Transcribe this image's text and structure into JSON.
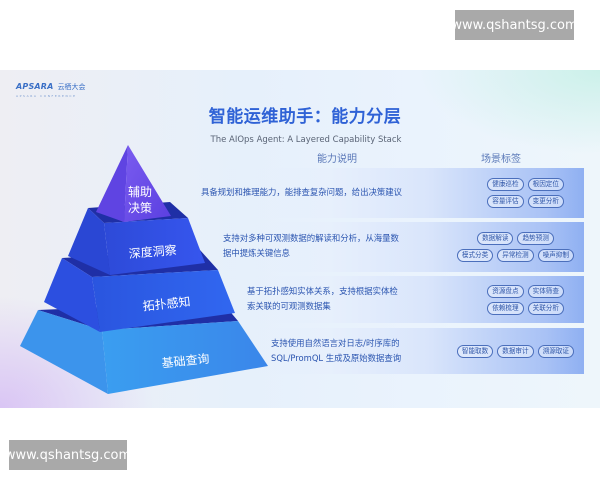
{
  "watermarks": {
    "top": "www.qshantsg.com",
    "bottom": "www.qshantsg.com"
  },
  "logo": {
    "brand": "APSARA",
    "brand_cn": "云栖大会",
    "subtitle": "APSARA CONFERENCE"
  },
  "title": {
    "cn": "智能运维助手：能力分层",
    "en": "The AIOps Agent: A Layered Capability Stack"
  },
  "columns": {
    "description": "能力说明",
    "tags": "场景标签"
  },
  "colors": {
    "title": "#2f62d6",
    "layer_top": "#6a4ee8",
    "layer_2": "#2e4fe3",
    "layer_3": "#2f5fe6",
    "layer_base": "#3b9ae8",
    "ledge": "#1d2fa8"
  },
  "layers": [
    {
      "name_lines": [
        "辅助",
        "决策"
      ],
      "description_lines": [
        "具备规划和推理能力，能排查复杂问题，给出决策建议"
      ],
      "tags": [
        [
          "健康巡检",
          "根因定位"
        ],
        [
          "容量评估",
          "变更分析"
        ]
      ]
    },
    {
      "name_lines": [
        "深度洞察"
      ],
      "description_lines": [
        "支持对多种可观测数据的解读和分析，从海量数",
        "据中提炼关键信息"
      ],
      "tags": [
        [
          "数据解读",
          "趋势预测"
        ],
        [
          "模式分类",
          "异常检测",
          "噪声抑制"
        ]
      ]
    },
    {
      "name_lines": [
        "拓扑感知"
      ],
      "description_lines": [
        "基于拓扑感知实体关系，支持根据实体检",
        "索关联的可观测数据集"
      ],
      "tags": [
        [
          "资源盘点",
          "实体筛查"
        ],
        [
          "依赖梳理",
          "关联分析"
        ]
      ]
    },
    {
      "name_lines": [
        "基础查询"
      ],
      "description_lines": [
        "支持使用自然语言对日志/时序库的",
        "SQL/PromQL 生成及原始数据查询"
      ],
      "tags": [
        [
          "智能取数",
          "数据审计",
          "溯源取证"
        ]
      ]
    }
  ]
}
